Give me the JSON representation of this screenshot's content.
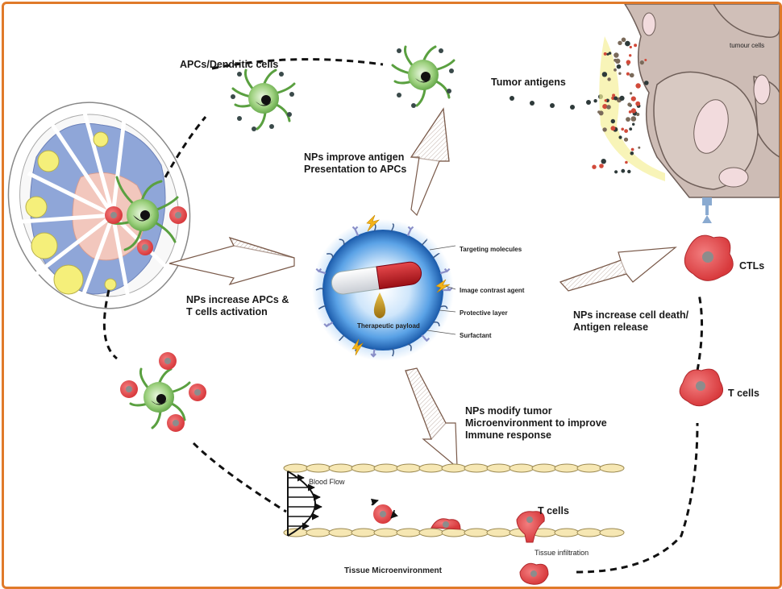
{
  "figure": {
    "title": "Nanoparticle-mediated cancer immunotherapy cycle",
    "colors": {
      "frame": "#e07a2a",
      "cell_red": "#e8585a",
      "cell_green": "#6cb552",
      "nucleus_gray": "#8c8c8c",
      "np_blue": "#3d86d8",
      "lymph_blue": "#8fa6d8",
      "lymph_yellow": "#f5ef7a",
      "lymph_pink": "#f2c7bd",
      "vessel_tan": "#f6e7b3",
      "tumor_brown": "#cdbcb5",
      "tumor_nucleus": "#f2dbdd",
      "lightning": "#f3b31a",
      "arrow_fill": "#ffffff"
    }
  },
  "labels": {
    "apcs": "APCs/Dendritic cells",
    "tumor_antigens": "Tumor antigens",
    "tumour_cells": "tumour cells",
    "antigen_presentation": [
      "NPs improve antigen",
      "Presentation to APCs"
    ],
    "activation": [
      "NPs increase APCs &",
      "T cells activation"
    ],
    "cell_death": [
      "NPs increase cell death/",
      "Antigen release"
    ],
    "microenvironment": [
      "NPs modify tumor",
      "Microenvironment to improve",
      "Immune response"
    ],
    "ctls": "CTLs",
    "t_cells_right": "T cells",
    "t_cells_vessel": "T cells",
    "blood_flow": "Blood Flow",
    "tissue_infiltration": "Tissue infiltration",
    "tissue_microenvironment": "Tissue Microenvironment"
  },
  "nanoparticle": {
    "components": [
      {
        "name": "targeting",
        "label": "Targeting molecules"
      },
      {
        "name": "contrast",
        "label": "Image contrast agent"
      },
      {
        "name": "protective",
        "label": "Protective layer"
      },
      {
        "name": "surfactant",
        "label": "Surfactant"
      },
      {
        "name": "payload",
        "label": "Therapeutic payload"
      }
    ]
  }
}
